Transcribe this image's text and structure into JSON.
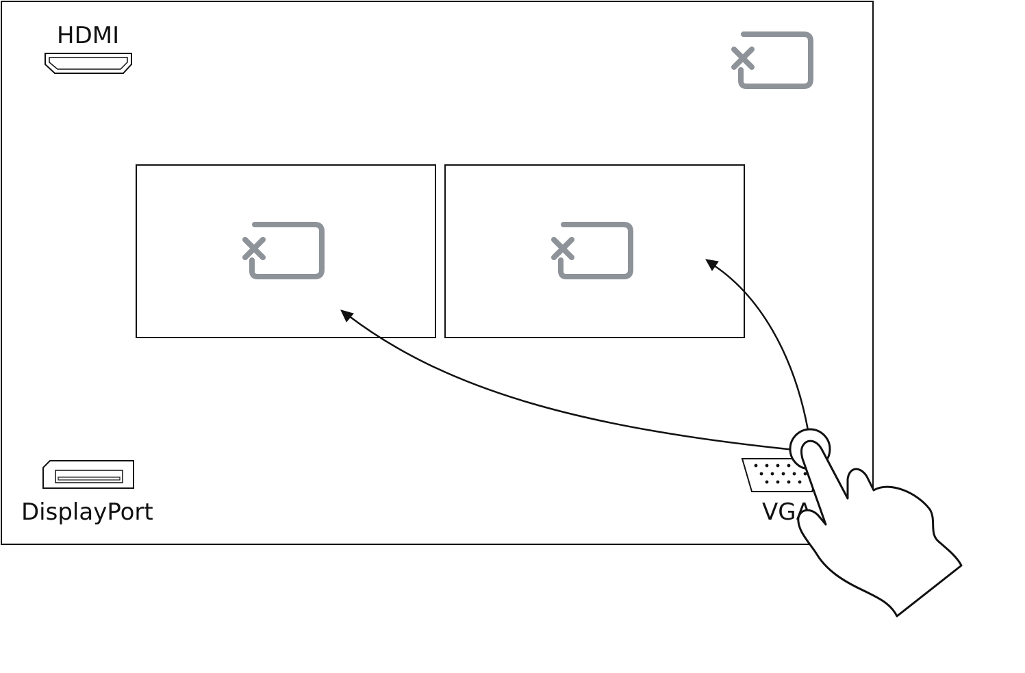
{
  "ports": {
    "hdmi": {
      "label": "HDMI",
      "icon": "hdmi-connector-icon"
    },
    "displayport": {
      "label": "DisplayPort",
      "icon": "displayport-connector-icon"
    },
    "vga": {
      "label": "VGA",
      "icon": "vga-connector-icon"
    }
  },
  "screens": [
    {
      "icon": "no-signal-icon"
    },
    {
      "icon": "no-signal-icon"
    }
  ],
  "corner_icon": "no-signal-icon",
  "gesture": {
    "icon": "hand-tap-icon",
    "targets": [
      "screen-1",
      "screen-2"
    ]
  },
  "colors": {
    "stroke": "#111111",
    "icon_gray": "#8e9299"
  }
}
